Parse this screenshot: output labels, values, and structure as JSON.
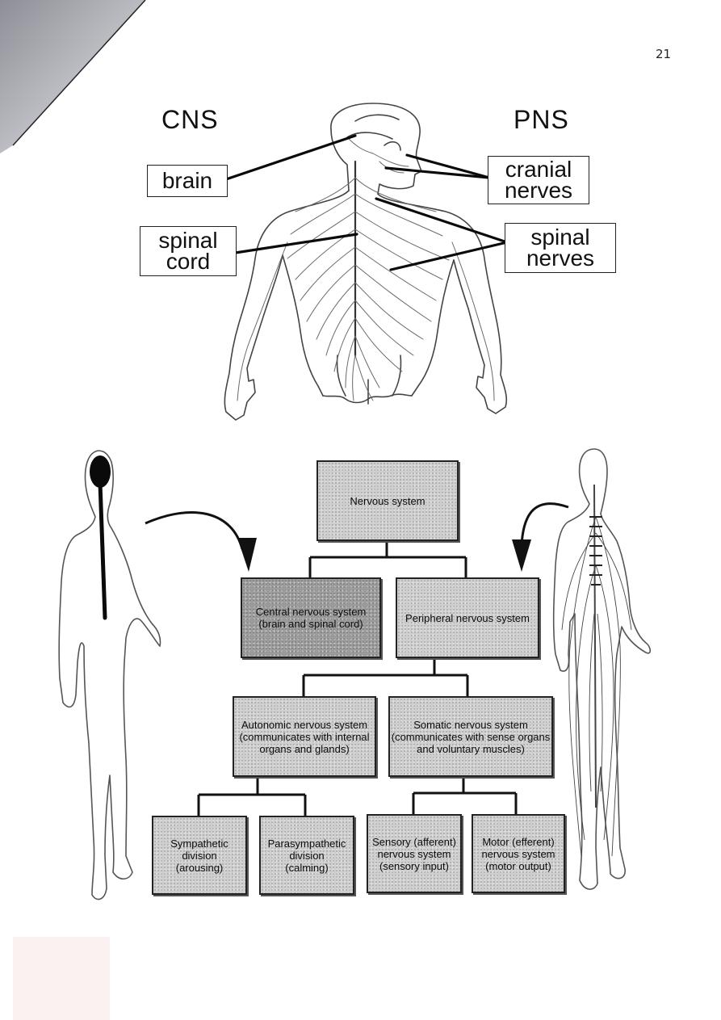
{
  "page_number": "21",
  "top_diagram": {
    "left_heading": "CNS",
    "right_heading": "PNS",
    "labels": {
      "brain": "brain",
      "spinal_cord": [
        "spinal",
        "cord"
      ],
      "cranial_nerves": [
        "cranial",
        "nerves"
      ],
      "spinal_nerves": [
        "spinal",
        "nerves"
      ]
    }
  },
  "hierarchy": {
    "root": "Nervous system",
    "central": [
      "Central nervous system",
      "(brain and spinal cord)"
    ],
    "peripheral": "Peripheral nervous system",
    "autonomic": [
      "Autonomic nervous system",
      "(communicates with internal",
      "organs and glands)"
    ],
    "somatic": [
      "Somatic nervous system",
      "(communicates with sense organs",
      "and voluntary muscles)"
    ],
    "sympathetic": [
      "Sympathetic",
      "division",
      "(arousing)"
    ],
    "parasympathetic": [
      "Parasympathetic",
      "division",
      "(calming)"
    ],
    "sensory": [
      "Sensory (afferent)",
      "nervous system",
      "(sensory input)"
    ],
    "motor": [
      "Motor (efferent)",
      "nervous system",
      "(motor output)"
    ]
  }
}
